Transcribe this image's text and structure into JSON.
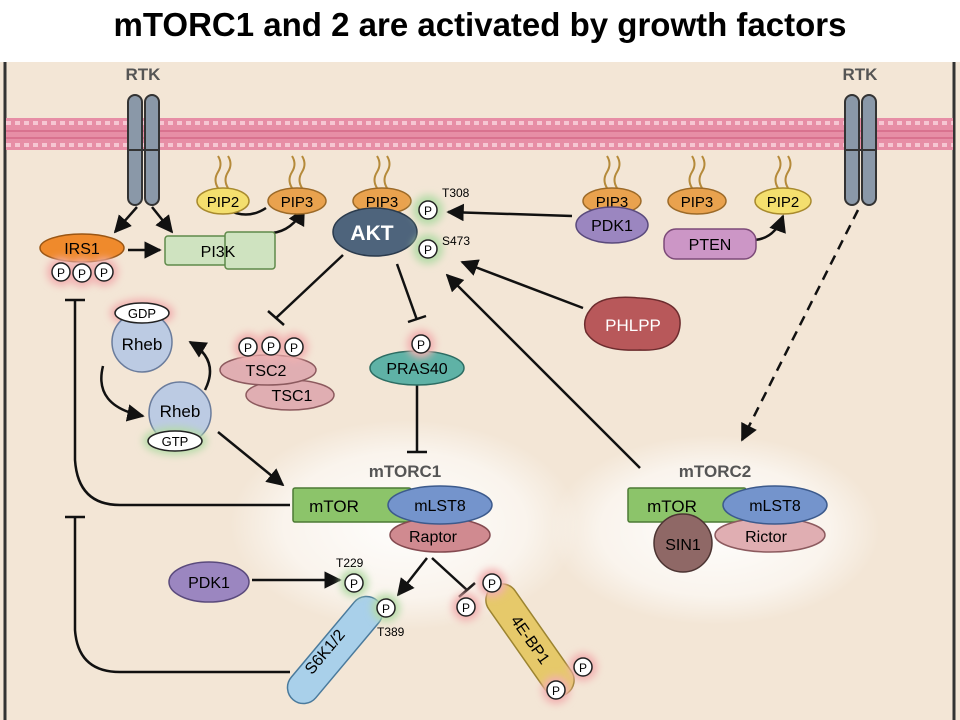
{
  "slide": {
    "title": "mTORC1 and 2 are activated by growth factors"
  },
  "receptors": {
    "left": "RTK",
    "right": "RTK"
  },
  "lipids": {
    "pip2_a": "PIP2",
    "pip3_a": "PIP3",
    "pip3_akt": "PIP3",
    "pip3_pdk1": "PIP3",
    "pip3_pten": "PIP3",
    "pip2_b": "PIP2"
  },
  "proteins": {
    "irs1": "IRS1",
    "pi3k": "PI3K",
    "akt": "AKT",
    "pdk1_top": "PDK1",
    "pten": "PTEN",
    "phlpp": "PHLPP",
    "rheb_top": "Rheb",
    "rheb_bottom": "Rheb",
    "tsc2": "TSC2",
    "tsc1": "TSC1",
    "pras40": "PRAS40",
    "pdk1_bottom": "PDK1",
    "s6k": "S6K1/2",
    "eif4ebp1": "4E-BP1"
  },
  "nucleotides": {
    "gdp": "GDP",
    "gtp": "GTP"
  },
  "phospho": {
    "p": "P",
    "t308": "T308",
    "s473": "S473",
    "t229": "T229",
    "t389": "T389"
  },
  "mtorc1": {
    "title": "mTORC1",
    "mtor": "mTOR",
    "mlst8": "mLST8",
    "raptor": "Raptor"
  },
  "mtorc2": {
    "title": "mTORC2",
    "mtor": "mTOR",
    "mlst8": "mLST8",
    "rictor": "Rictor",
    "sin1": "SIN1"
  },
  "colors": {
    "cell": "#f3e6d6",
    "membrane": "#e58fa6",
    "receptor": "#8a98a8",
    "irs1": "#ef8a2c",
    "pi3k": "#cfe3c0",
    "pip2": "#f4df6e",
    "pip3": "#e9a24e",
    "akt": "#4e647c",
    "pdk1": "#9b86c0",
    "pten": "#cc96c6",
    "phlpp": "#b8585a",
    "rheb": "#bccbe3",
    "tsc": "#e0aeb2",
    "pras40": "#5fb2a6",
    "mtor": "#8cc46a",
    "mlst8": "#7494cc",
    "raptor": "#d08a90",
    "rictor": "#e0aeb2",
    "sin1": "#8f6866",
    "s6k": "#a9d0ea",
    "eif4ebp1": "#e6c96a",
    "glow_red": "#f2b0b0",
    "glow_green": "#b6dba8"
  }
}
